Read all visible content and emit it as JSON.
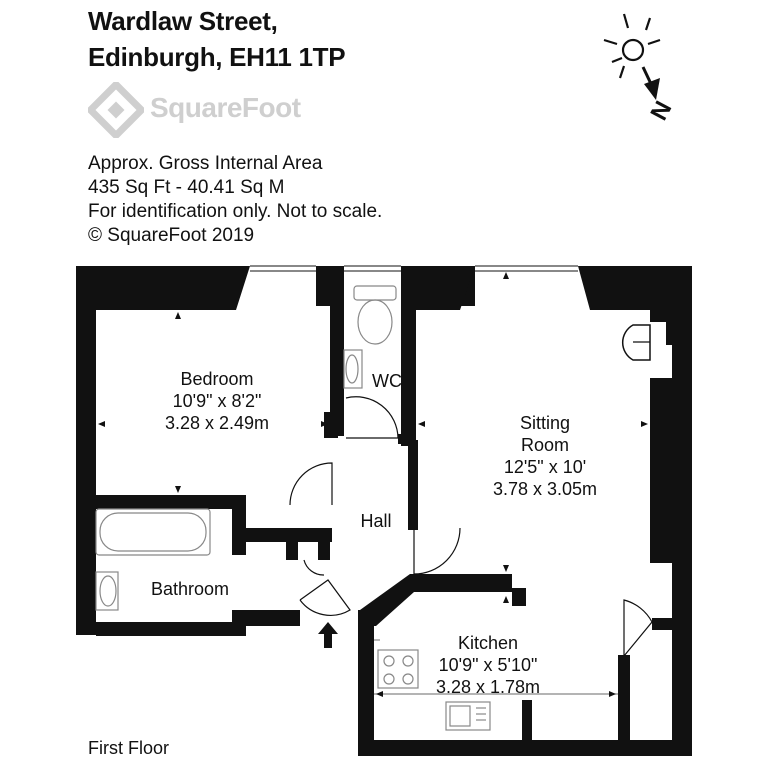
{
  "header": {
    "address_line1": "Wardlaw Street,",
    "address_line2": "Edinburgh, EH11 1TP"
  },
  "brand": {
    "name": "SquareFoot",
    "color": "#cfcfcf"
  },
  "area_info": {
    "line1": "Approx. Gross Internal Area",
    "line2": "435 Sq Ft  -  40.41 Sq M",
    "line3": "For identification only. Not to scale.",
    "line4": "© SquareFoot 2019"
  },
  "compass": {
    "letter": "N",
    "icon": "sun-icon"
  },
  "rooms": {
    "bedroom": {
      "name": "Bedroom",
      "imperial": "10'9\" x 8'2\"",
      "metric": "3.28 x 2.49m"
    },
    "wc": {
      "name": "WC"
    },
    "sitting_room": {
      "name": "Sitting",
      "name2": "Room",
      "imperial": "12'5\" x 10'",
      "metric": "3.78 x 3.05m"
    },
    "hall": {
      "name": "Hall"
    },
    "bathroom": {
      "name": "Bathroom"
    },
    "kitchen": {
      "name": "Kitchen",
      "imperial": "10'9\" x 5'10\"",
      "metric": "3.28 x 1.78m"
    }
  },
  "floor_label": "First Floor",
  "colors": {
    "wall": "#111111",
    "fixture": "#888888"
  }
}
